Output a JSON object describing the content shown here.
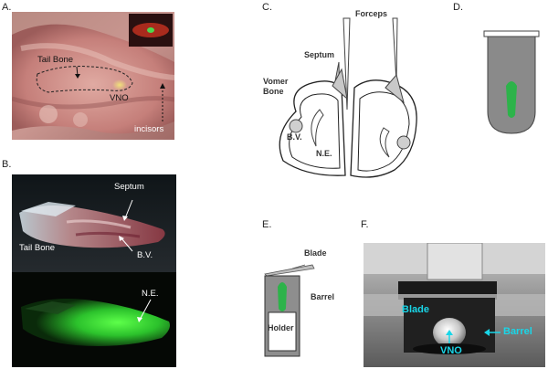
{
  "panels": {
    "a": {
      "letter": "A.",
      "labels": {
        "tail_bone": "Tail Bone",
        "vno": "VNO",
        "incisors": "incisors"
      }
    },
    "b": {
      "letter": "B.",
      "labels": {
        "septum": "Septum",
        "tail_bone": "Tail Bone",
        "bv": "B.V.",
        "ne": "N.E."
      }
    },
    "c": {
      "letter": "C.",
      "labels": {
        "forceps": "Forceps",
        "septum": "Septum",
        "vomer_bone": "Vomer Bone",
        "bv": "B.V.",
        "ne": "N.E."
      }
    },
    "d": {
      "letter": "D."
    },
    "e": {
      "letter": "E.",
      "labels": {
        "blade": "Blade",
        "barrel": "Barrel",
        "holder": "Holder"
      }
    },
    "f": {
      "letter": "F.",
      "labels": {
        "blade": "Blade",
        "barrel": "Barrel",
        "vno": "VNO"
      }
    }
  },
  "colors": {
    "tissue_pink": "#c98a86",
    "fluorescence_green": "#3bd93b",
    "label_cyan": "#19d6e8",
    "vno_green": "#2db34a"
  }
}
